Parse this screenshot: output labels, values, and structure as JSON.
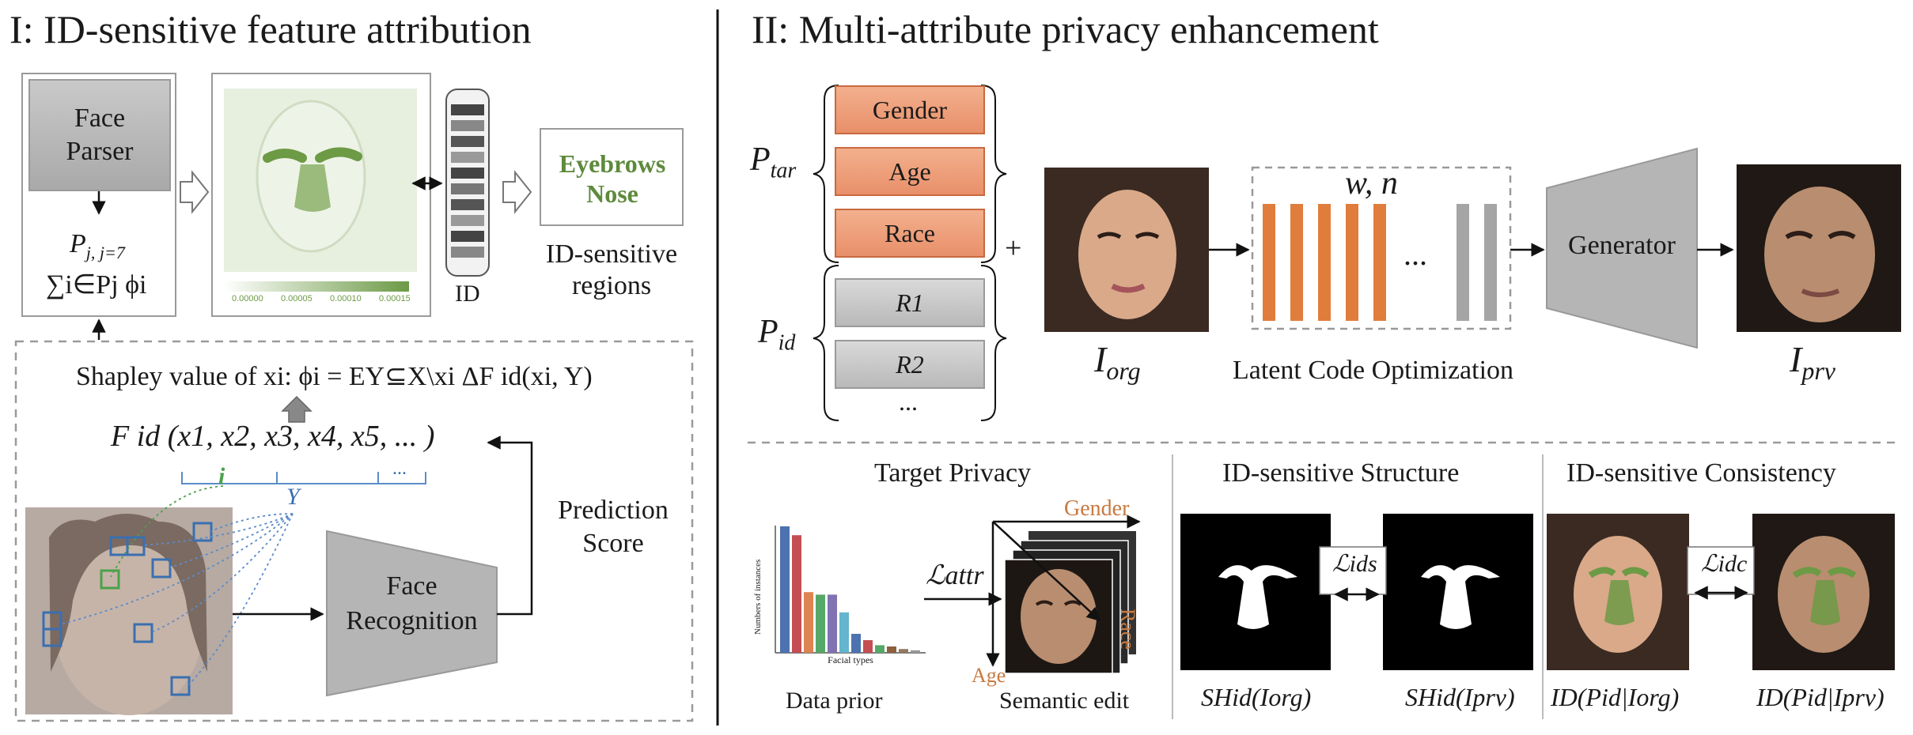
{
  "section1": {
    "title": "I: ID-sensitive feature attribution",
    "face_parser": "Face\nParser",
    "p_label": "P",
    "p_sub": "j, j=7",
    "sum_label": "∑i∈Pj ϕi",
    "heatmap_ticks": [
      "0.00000",
      "0.00005",
      "0.00010",
      "0.00015"
    ],
    "id_label": "ID",
    "regions_box": "Eyebrows\nNose",
    "regions_caption": "ID-sensitive\nregions",
    "shapley": "Shapley value of xi:  ϕi = EY⊆X\\xi ΔF id(xi, Y)",
    "function_text": "F id (x1, x2, x3, x4, x5, ... )",
    "i_label": "i",
    "y_label": "Y",
    "dots_label": "...",
    "face_recognition": "Face\nRecognition",
    "prediction_score": "Prediction\nScore"
  },
  "section2": {
    "title": "II: Multi-attribute privacy enhancement",
    "p_tar": "P",
    "p_tar_sub": "tar",
    "p_id": "P",
    "p_id_sub": "id",
    "attributes": [
      "Gender",
      "Age",
      "Race"
    ],
    "id_regions": [
      "R1",
      "R2",
      "..."
    ],
    "plus": "+",
    "i_org": "I",
    "i_org_sub": "org",
    "wn_label": "w, n",
    "ellipsis": "...",
    "latent_caption": "Latent Code Optimization",
    "generator": "Generator",
    "i_prv": "I",
    "i_prv_sub": "prv"
  },
  "bottom": {
    "target_privacy": "Target Privacy",
    "structure_title": "ID-sensitive Structure",
    "consistency_title": "ID-sensitive  Consistency",
    "data_prior": "Data prior",
    "semantic_edit": "Semantic edit",
    "l_attr": "ℒattr",
    "l_ids": "ℒids",
    "l_idc": "ℒidc",
    "axis_gender": "Gender",
    "axis_race": "Race",
    "axis_age": "Age",
    "mini_ylabel": "Numbers of instances",
    "mini_xlabel": "Facial types",
    "sh_org": "SHid(Iorg)",
    "sh_prv": "SHid(Iprv)",
    "id_org": "ID(Pid|Iorg)",
    "id_prv": "ID(Pid|Iprv)"
  },
  "colors": {
    "orange": "#e8906a",
    "gray_box": "#b9b9b9",
    "green": "#6c9a45",
    "blue": "#3a6fb0",
    "dashed": "#9a9a9a"
  },
  "chart_data": {
    "type": "bar",
    "title": "",
    "xlabel": "Facial types",
    "ylabel": "Numbers of instances",
    "values": [
      100,
      93,
      48,
      46,
      46,
      32,
      15,
      10,
      6,
      5,
      3,
      2
    ],
    "colors": [
      "#4c72b0",
      "#c44e52",
      "#dd8452",
      "#55a868",
      "#8172b2",
      "#64b5cd",
      "#4c72b0",
      "#c44e52",
      "#55a868",
      "#8c613c",
      "#937860",
      "#999999"
    ]
  }
}
